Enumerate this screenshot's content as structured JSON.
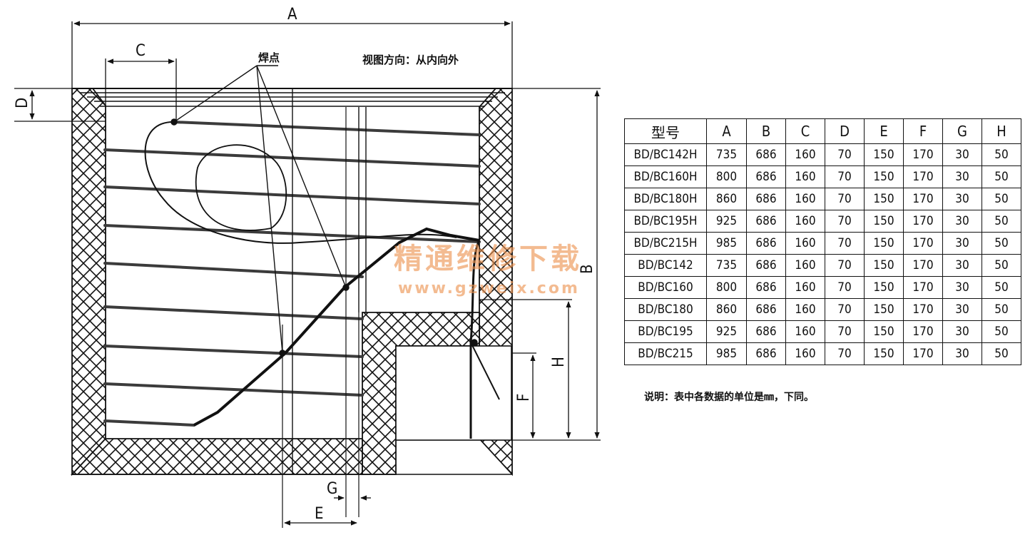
{
  "labels": {
    "dim_a": "A",
    "dim_b": "B",
    "dim_c": "C",
    "dim_d": "D",
    "dim_e": "E",
    "dim_f": "F",
    "dim_g": "G",
    "dim_h": "H",
    "weld_point": "焊点",
    "view_direction": "视图方向：从内向外"
  },
  "table": {
    "headers": [
      "型号",
      "A",
      "B",
      "C",
      "D",
      "E",
      "F",
      "G",
      "H"
    ],
    "rows": [
      [
        "BD/BC142H",
        "735",
        "686",
        "160",
        "70",
        "150",
        "170",
        "30",
        "50"
      ],
      [
        "BD/BC160H",
        "800",
        "686",
        "160",
        "70",
        "150",
        "170",
        "30",
        "50"
      ],
      [
        "BD/BC180H",
        "860",
        "686",
        "160",
        "70",
        "150",
        "170",
        "30",
        "50"
      ],
      [
        "BD/BC195H",
        "925",
        "686",
        "160",
        "70",
        "150",
        "170",
        "30",
        "50"
      ],
      [
        "BD/BC215H",
        "985",
        "686",
        "160",
        "70",
        "150",
        "170",
        "30",
        "50"
      ],
      [
        "BD/BC142",
        "735",
        "686",
        "160",
        "70",
        "150",
        "170",
        "30",
        "50"
      ],
      [
        "BD/BC160",
        "800",
        "686",
        "160",
        "70",
        "150",
        "170",
        "30",
        "50"
      ],
      [
        "BD/BC180",
        "860",
        "686",
        "160",
        "70",
        "150",
        "170",
        "30",
        "50"
      ],
      [
        "BD/BC195",
        "925",
        "686",
        "160",
        "70",
        "150",
        "170",
        "30",
        "50"
      ],
      [
        "BD/BC215",
        "985",
        "686",
        "160",
        "70",
        "150",
        "170",
        "30",
        "50"
      ]
    ]
  },
  "note": "说明：表中各数据的单位是㎜，下同。",
  "watermark": {
    "title": "精通维修下载",
    "url": "www.gzweix.com"
  },
  "colors": {
    "line": "#111111",
    "pipe": "#3b3b3b",
    "watermark": "#ec924e"
  }
}
